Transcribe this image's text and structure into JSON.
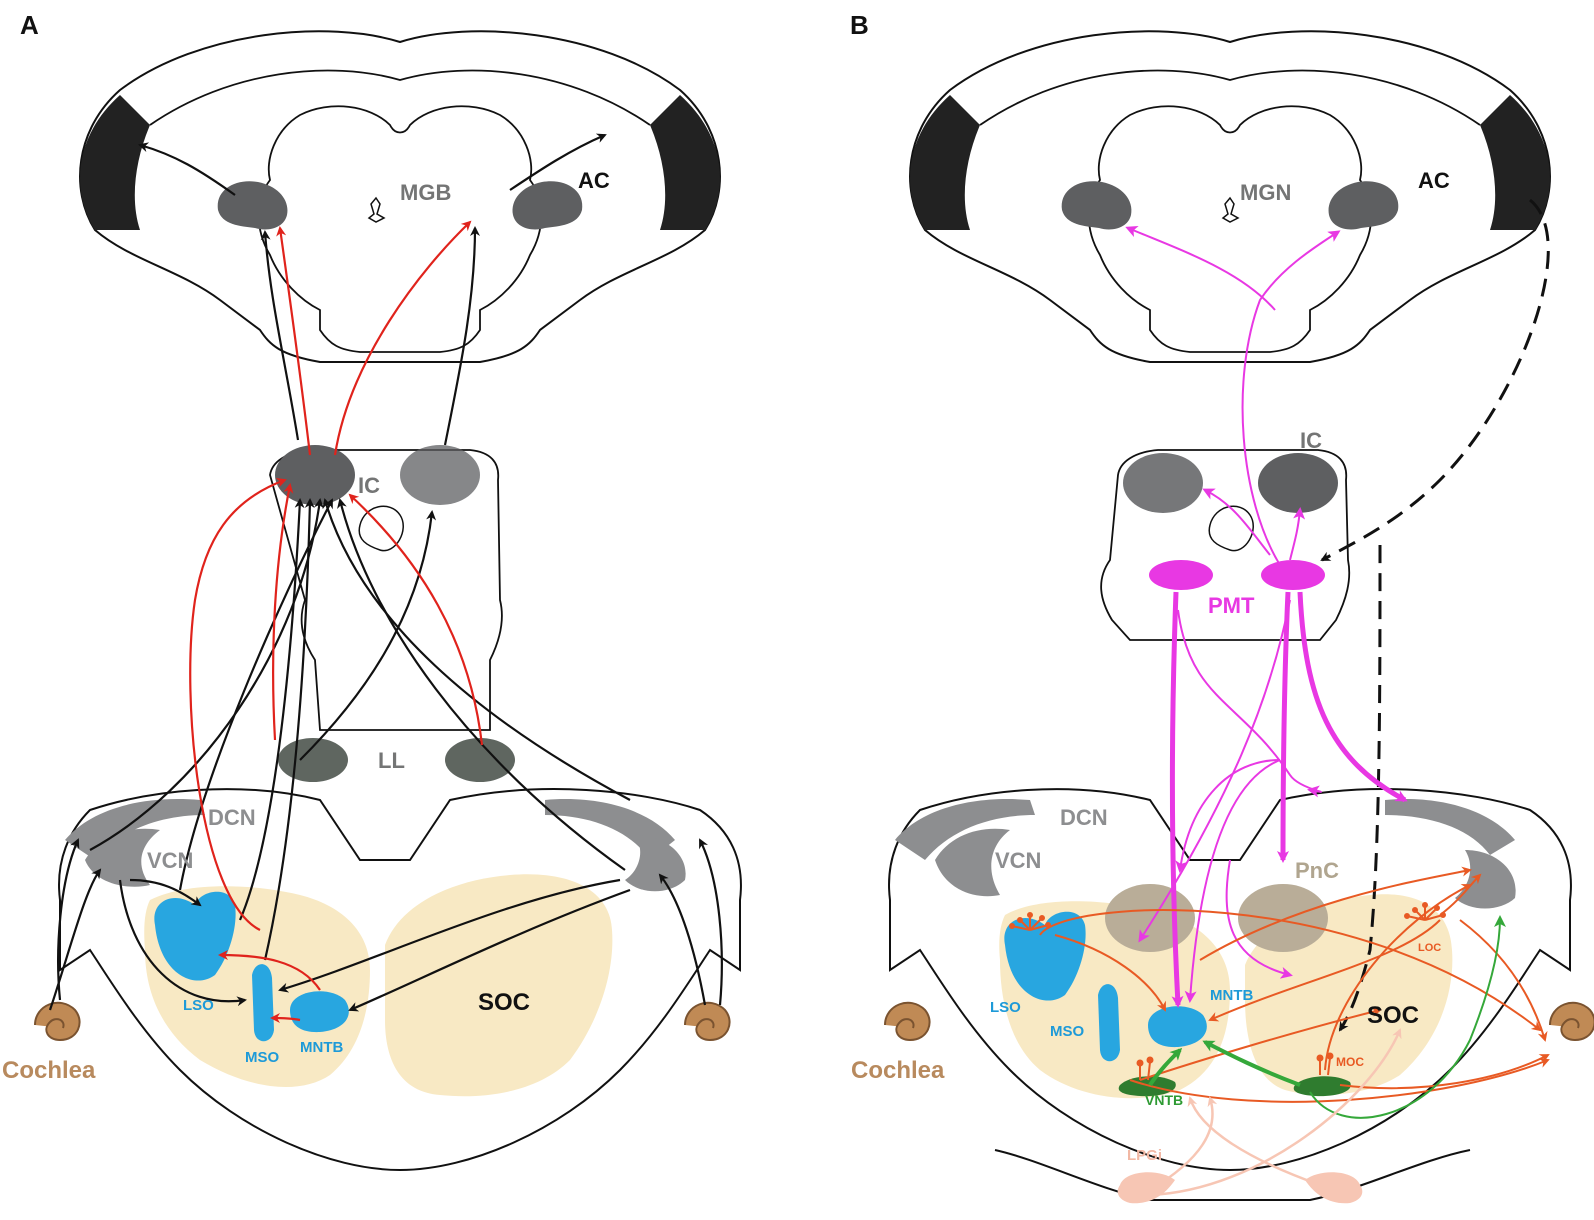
{
  "panels": {
    "a": {
      "letter": "A",
      "labels": {
        "mgb": "MGB",
        "ac": "AC",
        "ic": "IC",
        "ll": "LL",
        "dcn": "DCN",
        "vcn": "VCN",
        "lso": "LSO",
        "mso": "MSO",
        "mntb": "MNTB",
        "soc": "SOC",
        "cochlea": "Cochlea"
      }
    },
    "b": {
      "letter": "B",
      "labels": {
        "mgn": "MGN",
        "ac": "AC",
        "ic": "IC",
        "pmt": "PMT",
        "dcn": "DCN",
        "vcn": "VCN",
        "pnc": "PnC",
        "lso": "LSO",
        "mso": "MSO",
        "mntb": "MNTB",
        "soc": "SOC",
        "loc": "LOC",
        "moc": "MOC",
        "vntb": "VNTB",
        "lpgi": "LPGi",
        "cochlea": "Cochlea"
      }
    }
  },
  "colors": {
    "nucleus_dark": "#5e5f61",
    "nucleus_gray": "#8d8e90",
    "ll_fill": "#5f6660",
    "cortex": "#222222",
    "soc_fill": "#f8e9c4",
    "blue": "#28a6e0",
    "red_pathway": "#e0231c",
    "magenta": "#e838e3",
    "orange": "#e85a24",
    "green": "#35a83a",
    "dark_green": "#2f7c2f",
    "tan": "#b9ad98",
    "lpgi_pink": "#f7c6b4",
    "cochlea_brown": "#c08a55",
    "cochlea_text": "#b88a5e",
    "gray_text": "#747575",
    "blue_text": "#1e9ad8",
    "magenta_text": "#e838e3",
    "orange_text": "#e85a24",
    "green_text": "#2e9a33",
    "tan_text": "#b0a58f",
    "lpgi_text": "#f2b8a4"
  }
}
